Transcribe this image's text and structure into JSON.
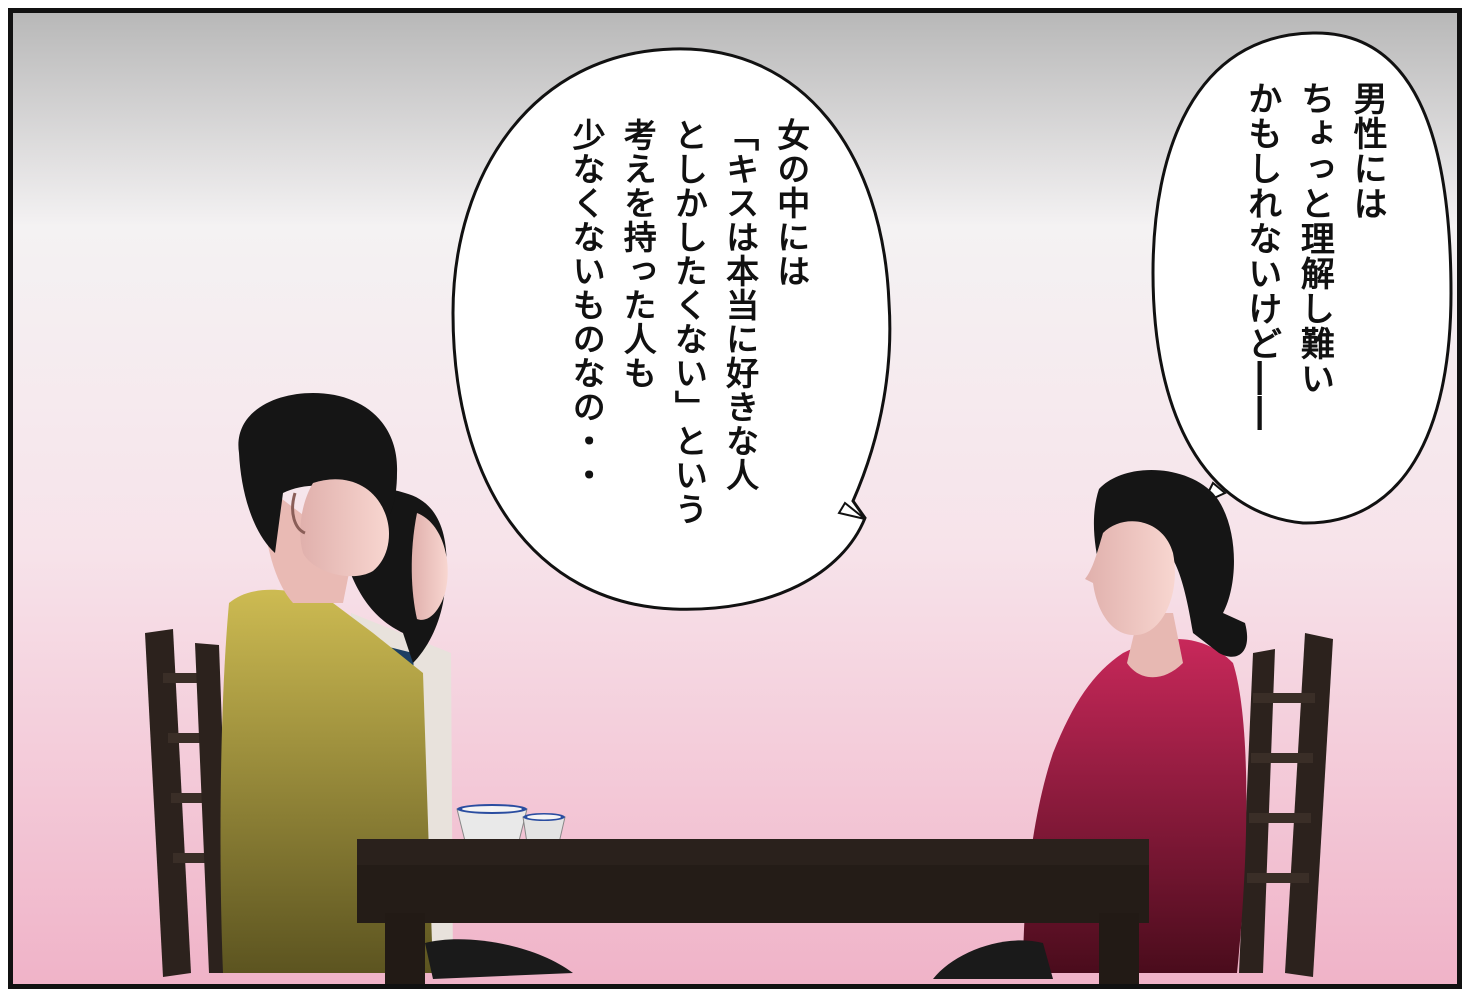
{
  "panel": {
    "bubble_left": {
      "lines": [
        "女の中には",
        "「キスは本当に好きな人",
        "としかしたくない」という",
        "考えを持った人も",
        "少なくないものなの・・"
      ]
    },
    "bubble_right": {
      "lines": [
        "男性には",
        "ちょっと理解し難い",
        "かもしれないけど――"
      ]
    }
  },
  "colors": {
    "bg_top": "#b8b8b8",
    "bg_mid": "#f6eef1",
    "bg_bottom": "#f2b8cc",
    "table": "#2a211c",
    "chair": "#2c221d",
    "yellow_cardigan": "#c9b64a",
    "red_sweater": "#c0234f",
    "hair": "#121212",
    "skin": "#f3c9c3"
  }
}
